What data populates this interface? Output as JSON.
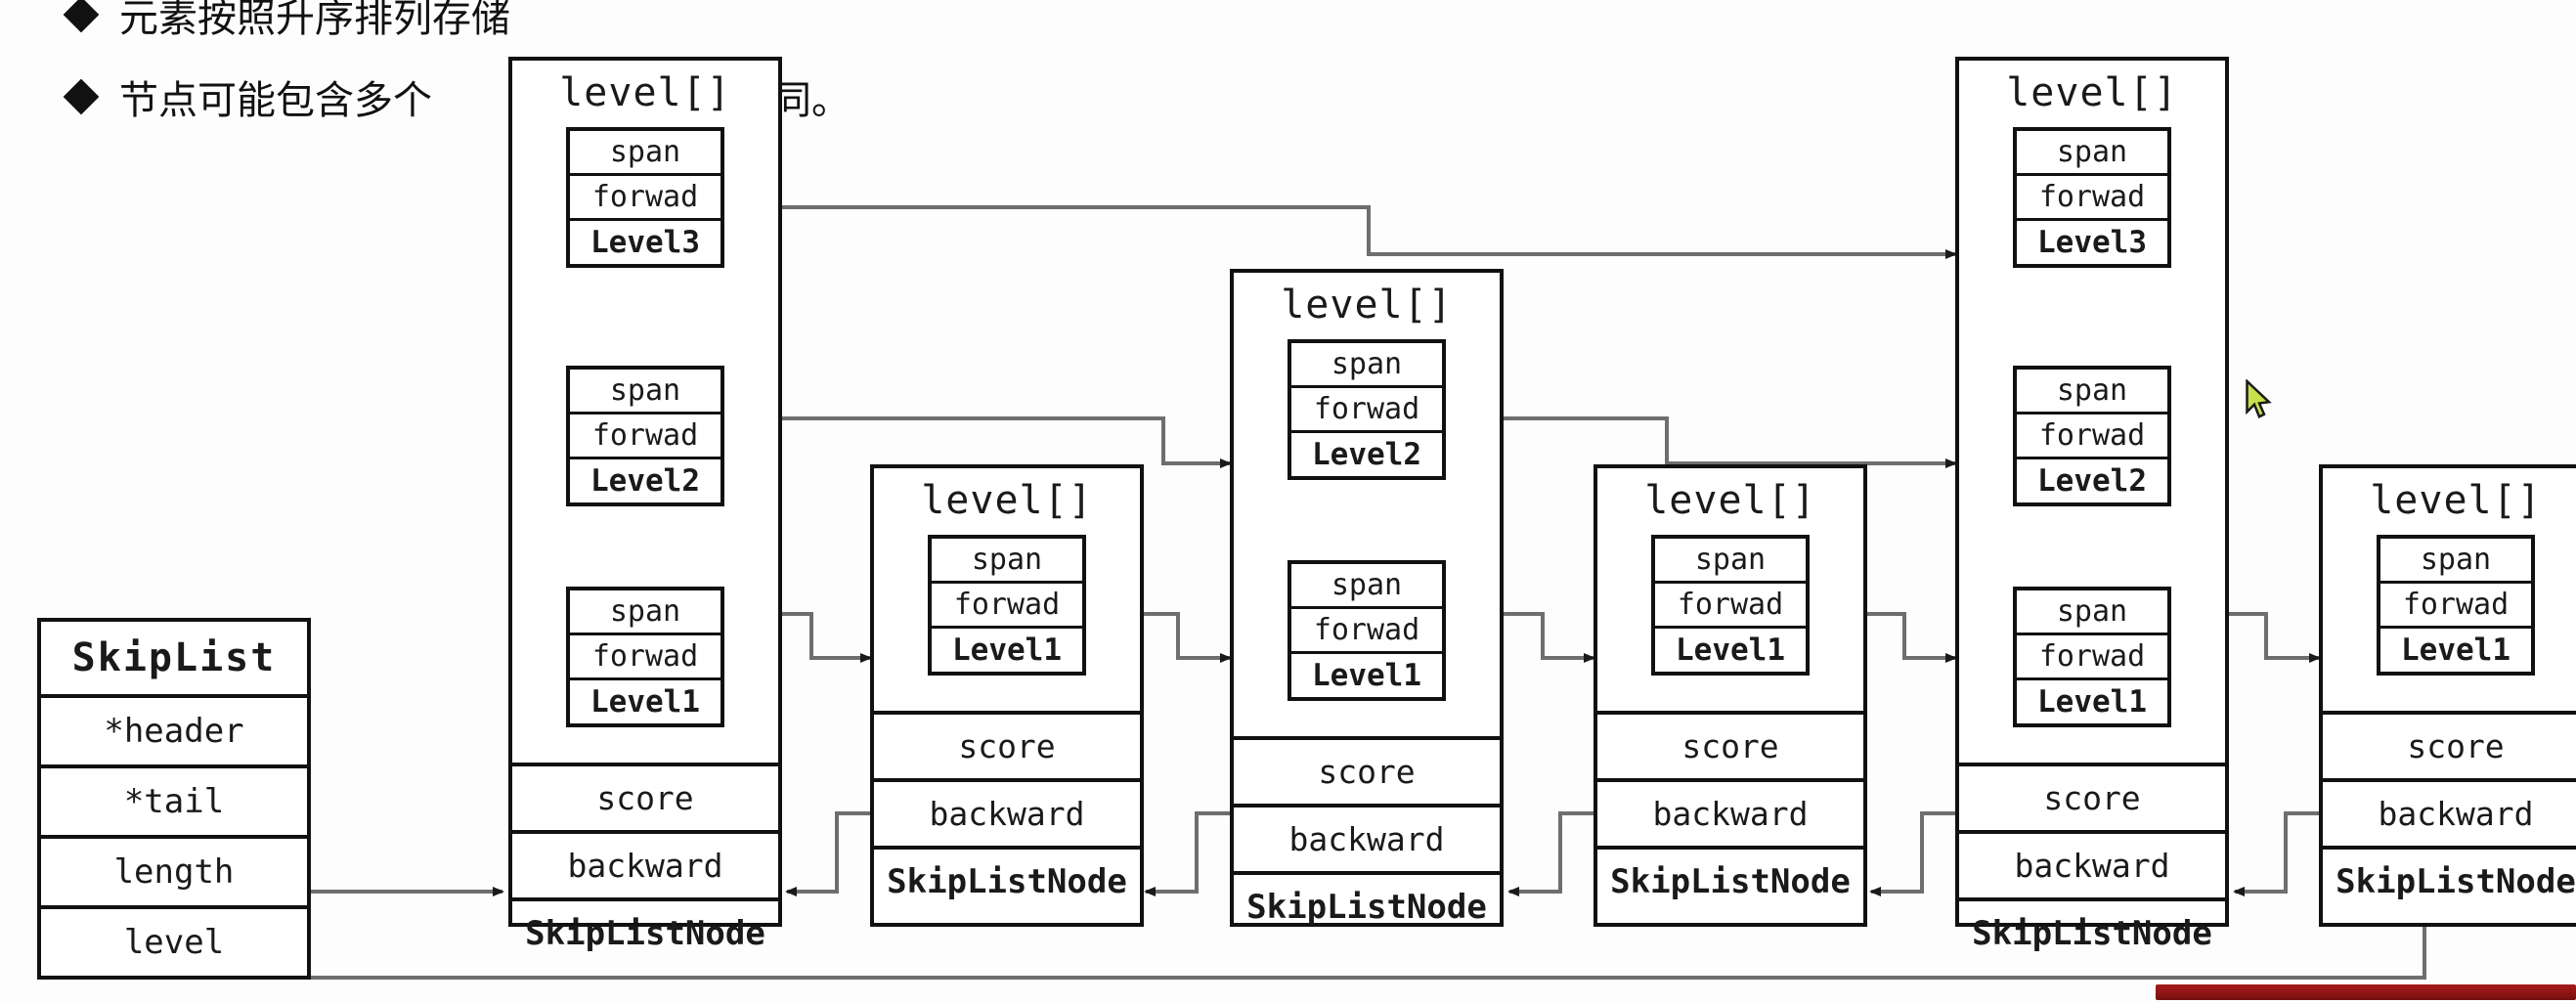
{
  "slide": {
    "bullets": [
      {
        "text": "元素按照升序排列存储"
      },
      {
        "text": "节点可能包含多个"
      },
      {
        "text": "度不同。"
      }
    ]
  },
  "skiplist_struct": {
    "title": "SkipList",
    "fields": [
      "*header",
      "*tail",
      "length",
      "level"
    ]
  },
  "labels": {
    "level_array": "level[]",
    "span": "span",
    "forward": "forwad",
    "score": "score",
    "backward": "backward",
    "node_name": "SkipListNode",
    "level1": "Level1",
    "level2": "Level2",
    "level3": "Level3"
  },
  "nodes": [
    {
      "id": "node-1",
      "height": "Level3",
      "levels": [
        "Level3",
        "Level2",
        "Level1"
      ]
    },
    {
      "id": "node-2",
      "height": "Level1",
      "levels": [
        "Level1"
      ]
    },
    {
      "id": "node-3",
      "height": "Level2",
      "levels": [
        "Level2",
        "Level1"
      ]
    },
    {
      "id": "node-4",
      "height": "Level1",
      "levels": [
        "Level1"
      ]
    },
    {
      "id": "node-5",
      "height": "Level3",
      "levels": [
        "Level3",
        "Level2",
        "Level1"
      ]
    },
    {
      "id": "node-6",
      "height": "Level1",
      "levels": [
        "Level1"
      ]
    }
  ],
  "colors": {
    "ink": "#111111",
    "wire": "#6e6e6e",
    "background": "#fdfdfd",
    "progress_bar": "#8c1414",
    "cursor": "#c8e04a"
  }
}
